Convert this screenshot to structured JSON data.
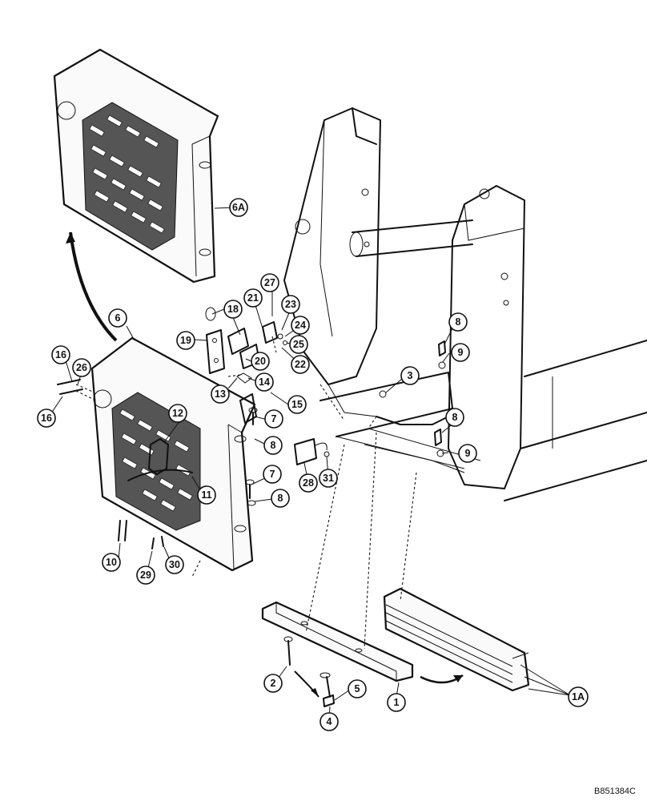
{
  "drawing_code": "B851384C",
  "callouts": {
    "c1": "1",
    "c1A": "1A",
    "c2": "2",
    "c3": "3",
    "c4": "4",
    "c5": "5",
    "c6": "6",
    "c6A": "6A",
    "c7a": "7",
    "c7b": "7",
    "c8a": "8",
    "c8b": "8",
    "c8c": "8",
    "c8d": "8",
    "c9a": "9",
    "c9b": "9",
    "c10": "10",
    "c11": "11",
    "c12": "12",
    "c13": "13",
    "c14": "14",
    "c15": "15",
    "c16a": "16",
    "c16b": "16",
    "c18": "18",
    "c19": "19",
    "c20": "20",
    "c21": "21",
    "c22": "22",
    "c23": "23",
    "c24": "24",
    "c25": "25",
    "c26": "26",
    "c27": "27",
    "c28": "28",
    "c29": "29",
    "c30": "30",
    "c31": "31"
  }
}
